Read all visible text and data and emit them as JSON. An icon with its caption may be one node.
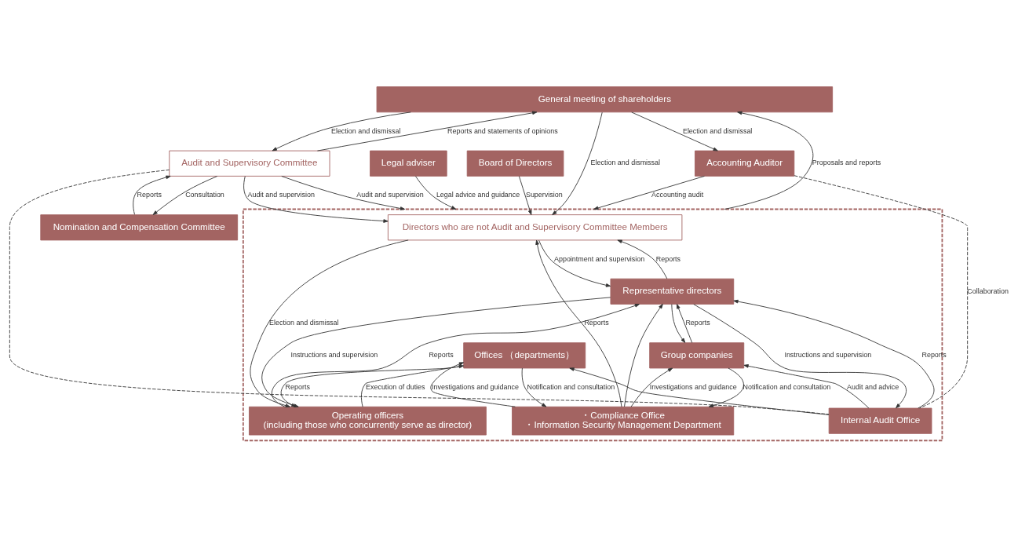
{
  "diagram": {
    "nodes": [
      {
        "text": [
          "General meeting of shareholders"
        ]
      },
      {
        "text": [],
        "shape": "box"
      },
      {
        "text": [
          "Board of Directors"
        ]
      },
      {
        "text": [
          "Audit and Supervisory Committee"
        ]
      },
      {
        "text": [
          "Directors who are not Audit and Supervisory Committee Members"
        ],
        "in": 1
      },
      {
        "text": [
          "Accounting Auditor"
        ]
      },
      {
        "text": [
          "Nomination and Compensation Committee"
        ]
      },
      {
        "text": [
          "Representative directors"
        ],
        "in": 1
      },
      {
        "text": [
          "Internal Audit Office"
        ],
        "in": 1
      },
      {
        "text": [
          "Operating officers",
          "(including those who concurrently serve as director)"
        ],
        "in": 1
      },
      {
        "text": [
          "Group companies"
        ],
        "in": 1
      },
      {
        "text": [
          "Offices （departments）"
        ],
        "in": 1
      },
      {
        "text": [
          "・Compliance Office",
          "・Information Security Management Department"
        ],
        "in": 1
      },
      {
        "text": [
          "Legal adviser"
        ]
      }
    ],
    "edges": [
      {
        "from": 0,
        "to": 5,
        "arrow": "to",
        "label": "Election and dismissal"
      },
      {
        "from": 3,
        "to": 0,
        "arrow": "to",
        "label": "Reports and statements of opinions"
      },
      {
        "from": 0,
        "to": 3,
        "arrow": "to",
        "label": "Election and dismissal"
      },
      {
        "from": 1,
        "to": 0,
        "arrow": "to",
        "label": "Proposals and reports"
      },
      {
        "from": 0,
        "to": 4,
        "arrow": "to",
        "label": "Election and dismissal"
      },
      {
        "from": 2,
        "to": 4,
        "arrow": "to",
        "label": "Supervision"
      },
      {
        "from": 3,
        "to": 4,
        "arrow": "to",
        "label": "Audit and supervision"
      },
      {
        "from": 3,
        "to": 1,
        "arrow": "to",
        "label": "Audit and supervision"
      },
      {
        "from": 6,
        "to": 3,
        "arrow": "to",
        "label": "Reports"
      },
      {
        "from": 3,
        "to": 6,
        "arrow": "to",
        "label": "Consultation"
      },
      {
        "from": 5,
        "to": 8,
        "arrow": "none",
        "label": "Collaboration",
        "style": "dashed"
      },
      {
        "from": 3,
        "to": 8,
        "arrow": "none",
        "style": "dashed"
      },
      {
        "from": 5,
        "to": 1,
        "arrow": "to",
        "label": "Accounting audit"
      },
      {
        "from": 13,
        "to": 1,
        "arrow": "to",
        "label": "Legal advice and guidance"
      },
      {
        "from": 7,
        "to": 4,
        "arrow": "to",
        "label": "Reports"
      },
      {
        "from": 4,
        "to": 7,
        "arrow": "to",
        "label": "Appointment and supervision"
      },
      {
        "from": 4,
        "to": 9,
        "arrow": "to",
        "label": "Election and dismissal"
      },
      {
        "from": 9,
        "to": 7,
        "arrow": "to",
        "label": "Reports"
      },
      {
        "from": 8,
        "to": 7,
        "arrow": "to",
        "label": "Reports"
      },
      {
        "from": 7,
        "to": 8,
        "arrow": "to",
        "label": "Instructions and supervision"
      },
      {
        "from": 7,
        "to": 9,
        "arrow": "to",
        "label": "Instructions and supervision"
      },
      {
        "from": 7,
        "to": 10,
        "arrow": "to"
      },
      {
        "from": 10,
        "to": 7,
        "arrow": "to",
        "label": "Reports"
      },
      {
        "from": 8,
        "to": 10,
        "arrow": "to",
        "label": "Audit and advice"
      },
      {
        "from": 8,
        "to": 11,
        "arrow": "to"
      },
      {
        "from": 11,
        "to": 9,
        "arrow": "to",
        "label": "Reports"
      },
      {
        "from": 9,
        "to": 11,
        "arrow": "to",
        "label": "Execution of duties"
      },
      {
        "from": 10,
        "to": 12,
        "arrow": "to",
        "label": "Notification and consultation"
      },
      {
        "from": 12,
        "to": 10,
        "arrow": "to",
        "label": "Investigations and guidance"
      },
      {
        "from": 11,
        "to": 12,
        "arrow": "to",
        "label": "Notification and consultation"
      },
      {
        "from": 12,
        "to": 11,
        "arrow": "to",
        "label": "Investigations and guidance"
      },
      {
        "from": 12,
        "to": 4,
        "arrow": "to",
        "label": "Reports"
      },
      {
        "from": 12,
        "to": 7,
        "arrow": "to"
      }
    ]
  }
}
